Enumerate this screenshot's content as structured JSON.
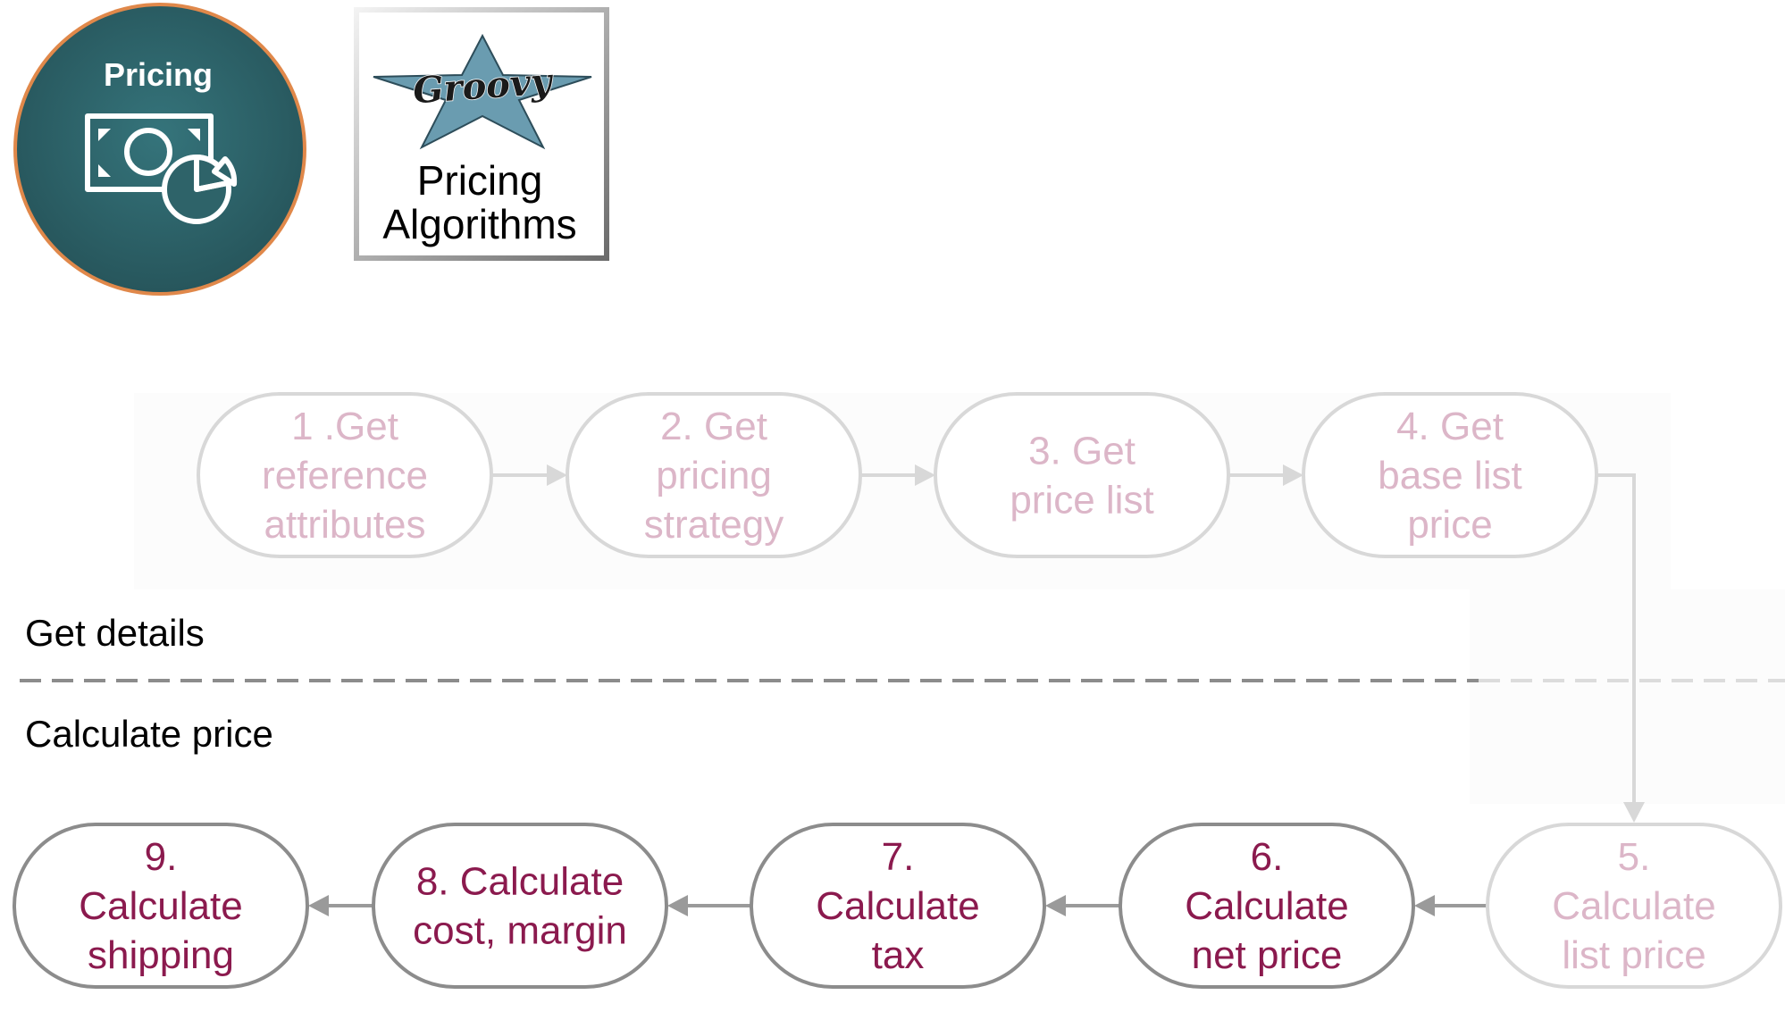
{
  "badge": {
    "title": "Pricing",
    "icon": "money-chart-icon",
    "colors": {
      "fill": "#2e6369",
      "border": "#e0884a"
    }
  },
  "algorithms_card": {
    "logo_text": "Groovy",
    "logo_icon": "star-icon",
    "line1": "Pricing",
    "line2": "Algorithms"
  },
  "lanes": {
    "top": "Get details",
    "bottom": "Calculate price"
  },
  "colors": {
    "faded_text": "#dcb6c8",
    "faded_border": "#d8d8d8",
    "active_text": "#8b1a4e",
    "active_border": "#8c8c8c",
    "arrow_gray": "#9a9a9a",
    "star": "#6a9cb0"
  },
  "steps": [
    {
      "id": "step-1",
      "lines": [
        "1 .Get",
        "reference",
        "attributes"
      ],
      "faded": true
    },
    {
      "id": "step-2",
      "lines": [
        "2. Get",
        "pricing",
        "strategy"
      ],
      "faded": true
    },
    {
      "id": "step-3",
      "lines": [
        "3. Get",
        "price list"
      ],
      "faded": true
    },
    {
      "id": "step-4",
      "lines": [
        "4. Get",
        "base list",
        "price"
      ],
      "faded": true
    },
    {
      "id": "step-5",
      "lines": [
        "5.",
        "Calculate",
        "list price"
      ],
      "faded": true
    },
    {
      "id": "step-6",
      "lines": [
        "6.",
        "Calculate",
        "net price"
      ],
      "faded": false
    },
    {
      "id": "step-7",
      "lines": [
        "7.",
        "Calculate",
        "tax"
      ],
      "faded": false
    },
    {
      "id": "step-8",
      "lines": [
        "8. Calculate",
        "cost, margin"
      ],
      "faded": false
    },
    {
      "id": "step-9",
      "lines": [
        "9.",
        "Calculate",
        "shipping"
      ],
      "faded": false
    }
  ]
}
